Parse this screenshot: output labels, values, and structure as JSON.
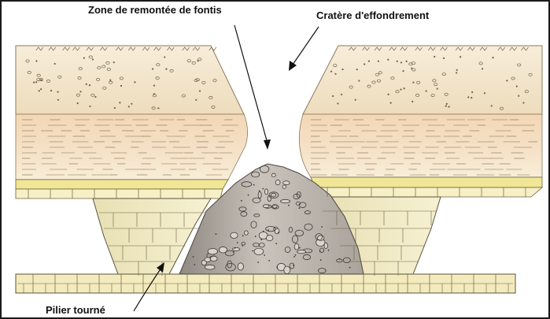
{
  "labels": {
    "fontis_zone": "Zone de remontée de fontis",
    "collapse_crater": "Cratère d'effondrement",
    "pillar": "Pilier tourné"
  },
  "colors": {
    "upper_sand": "#efe0c0",
    "upper_sand_light": "#f7edda",
    "clay_band": "#f0cfaa",
    "clay_light": "#f6e4cc",
    "limestone_bright": "#f4eca0",
    "limestone": "#f7f0c6",
    "pillar": "#f2ecc9",
    "rubble": "#bdb7b0",
    "rubble_dark": "#8e8880",
    "outline": "#3a3a3a",
    "frame": "#1a1a1a"
  },
  "icons": [
    "arrow-fontis",
    "arrow-crater",
    "arrow-pillar"
  ]
}
